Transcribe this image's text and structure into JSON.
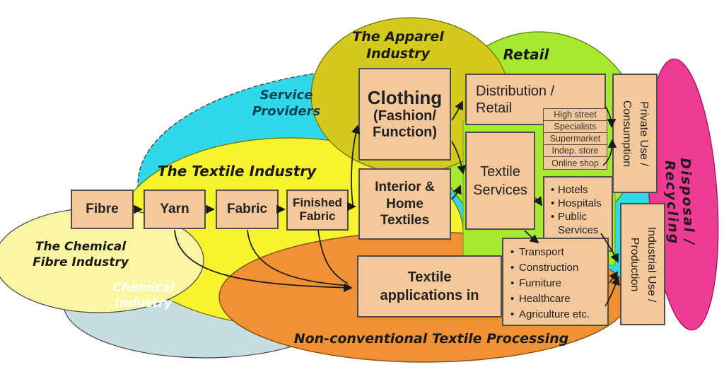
{
  "colors": {
    "cyan": "#30d9e9",
    "yellow": "#f8f32f",
    "pale_yellow": "#faf6a4",
    "light_blue": "#c7dee1",
    "orange": "#ef9134",
    "olive": "#d4c91d",
    "green": "#a7e930",
    "pink": "#ee3c94",
    "box_fill": "#f5c89c",
    "box_border": "#4f4f4f",
    "arrow": "#1a1a1a",
    "service_label_text": "#0c4156",
    "chemical_industry_text": "#ffffff"
  },
  "regions": {
    "service_providers": "Service\nProviders",
    "textile_industry": "The Textile Industry",
    "chemical_fibre": "The Chemical\nFibre Industry",
    "chemical_industry": "Chemical\nIndustry",
    "apparel": "The Apparel\nIndustry",
    "retail": "Retail",
    "non_conventional": "Non-conventional Textile Processing",
    "disposal": "Disposal / Recycling"
  },
  "chain": {
    "fibre": "Fibre",
    "yarn": "Yarn",
    "fabric": "Fabric",
    "finished_fabric": "Finished\nFabric"
  },
  "products": {
    "clothing_title": "Clothing",
    "clothing_sub": "(Fashion/\nFunction)",
    "interior": "Interior &\nHome\nTextiles"
  },
  "retail_detail": {
    "distribution": "Distribution /\nRetail",
    "channels": [
      "High street",
      "Specialists",
      "Supermarket",
      "Indep. store",
      "Online shop"
    ],
    "textile_services": "Textile\nServices"
  },
  "use": {
    "private": "Private Use /\nConsumption",
    "industrial": "Industrial Use /\nProduction"
  },
  "clients": [
    "Hotels",
    "Hospitals",
    "Public Services"
  ],
  "applications": {
    "title": "Textile\napplications in",
    "sectors": [
      "Transport",
      "Construction",
      "Furniture",
      "Healthcare",
      "Agriculture etc."
    ]
  }
}
